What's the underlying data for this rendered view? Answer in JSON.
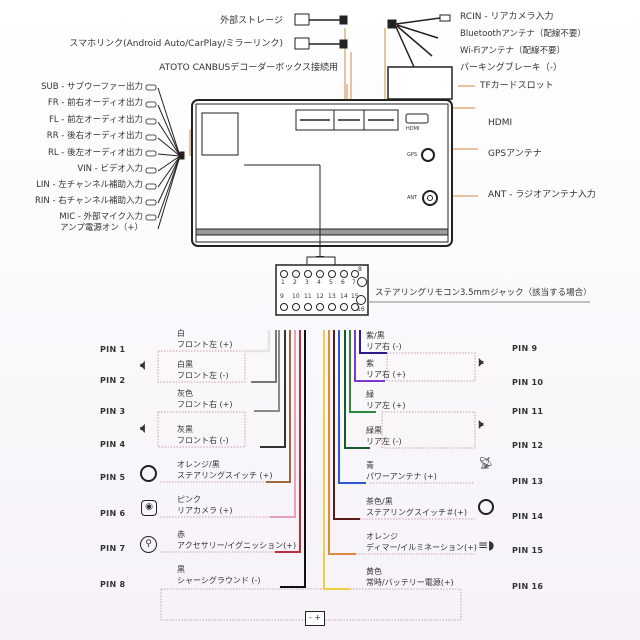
{
  "top_connections": {
    "external_storage": "外部ストレージ",
    "smartphone_link": "スマホリンク(Android Auto/CarPlay/ミラーリンク)",
    "canbus": "ATOTO CANBUSデコーダーボックス接続用",
    "rcin": "RCIN - リアカメラ入力",
    "bluetooth": "Bluetoothアンテナ（配線不要）",
    "wifi": "Wi-Fiアンテナ（配線不要）",
    "parking": "パーキングブレーキ（-）",
    "tf_card": "TFカードスロット"
  },
  "left_rca": [
    "SUB - サブウーファー出力",
    "FR - 前右オーディオ出力",
    "FL - 前左オーディオ出力",
    "RR - 後右オーディオ出力",
    "RL - 後左オーディオ出力",
    "VIN - ビデオ入力",
    "LIN - 左チャンネル補助入力",
    "RIN - 右チャンネル補助入力",
    "MIC - 外部マイク入力",
    "アンプ電源オン（+）"
  ],
  "right_ports": {
    "hdmi_port": "HDMI",
    "hdmi": "HDMI",
    "gps_port": "GPS",
    "gps": "GPSアンテナ",
    "ant_port": "ANT",
    "ant": "ANT - ラジオアンテナ入力"
  },
  "connector": {
    "top_pins": [
      "1",
      "2",
      "3",
      "4",
      "5",
      "6",
      "7",
      "8"
    ],
    "bottom_pins": [
      "9",
      "10",
      "11",
      "12",
      "13",
      "14",
      "15",
      "16"
    ],
    "steering_jack": "ステアリングリモコン3.5mmジャック（該当する場合）"
  },
  "pins": [
    {
      "pin": "PIN 1",
      "color_name": "白",
      "function": "フロント左 (+)",
      "color": "#e4e4e4"
    },
    {
      "pin": "PIN 2",
      "color_name": "白黒",
      "function": "フロント左 (-)",
      "color": "#777777"
    },
    {
      "pin": "PIN 3",
      "color_name": "灰色",
      "function": "フロント右 (+)",
      "color": "#8a8a8a"
    },
    {
      "pin": "PIN 4",
      "color_name": "灰黒",
      "function": "フロント右 (-)",
      "color": "#333333"
    },
    {
      "pin": "PIN 5",
      "color_name": "オレンジ/黒",
      "function": "ステアリングスイッチ (+)",
      "color": "#9a6a3a"
    },
    {
      "pin": "PIN 6",
      "color_name": "ピンク",
      "function": "リアカメラ (+)",
      "color": "#e8a0b8"
    },
    {
      "pin": "PIN 7",
      "color_name": "赤",
      "function": "アクセサリー/イグニッション(+)",
      "color": "#c0303a"
    },
    {
      "pin": "PIN 8",
      "color_name": "黒",
      "function": "シャーシグラウンド (-)",
      "color": "#111111"
    },
    {
      "pin": "PIN 9",
      "color_name": "紫/黒",
      "function": "リア右 (-)",
      "color": "#2a1a8a"
    },
    {
      "pin": "PIN 10",
      "color_name": "紫",
      "function": "リア右 (+)",
      "color": "#7a3ad0"
    },
    {
      "pin": "PIN 11",
      "color_name": "緑",
      "function": "リア左 (+)",
      "color": "#2a8a3a"
    },
    {
      "pin": "PIN 12",
      "color_name": "緑黒",
      "function": "リア左 (-)",
      "color": "#1a5a2a"
    },
    {
      "pin": "PIN 13",
      "color_name": "青",
      "function": "パワーアンテナ (+)",
      "color": "#2a5ad0"
    },
    {
      "pin": "PIN 14",
      "color_name": "茶色/黒",
      "function": "ステアリングスイッチ＃(+)",
      "color": "#5a1a1a"
    },
    {
      "pin": "PIN 15",
      "color_name": "オレンジ",
      "function": "ディマー/イルミネーション(+)",
      "color": "#e08a40"
    },
    {
      "pin": "PIN 16",
      "color_name": "黄色",
      "function": "常時/バッテリー電源(+)",
      "color": "#f0d040"
    }
  ],
  "colors": {
    "accent": "#d08a40",
    "line": "#333333",
    "dotted": "#c8a0b0"
  }
}
